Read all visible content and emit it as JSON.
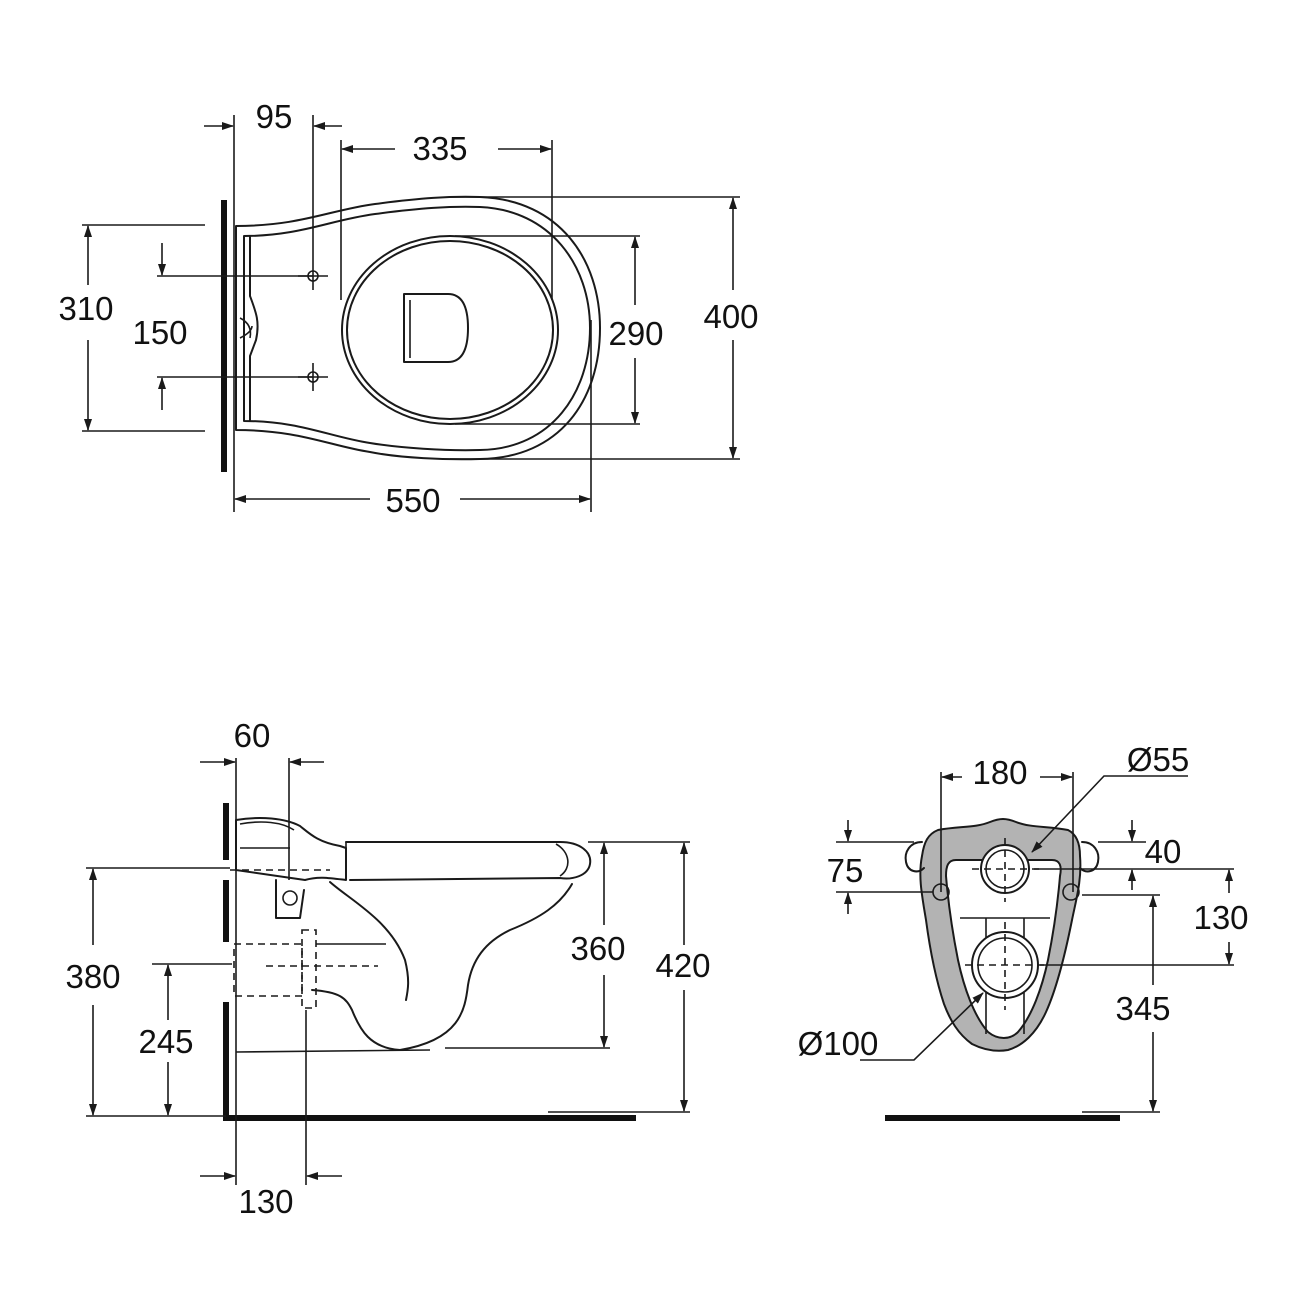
{
  "top_view": {
    "dim_95": "95",
    "dim_335": "335",
    "dim_310": "310",
    "dim_150": "150",
    "dim_290": "290",
    "dim_400": "400",
    "dim_550": "550"
  },
  "side_view": {
    "dim_60": "60",
    "dim_380": "380",
    "dim_245": "245",
    "dim_360": "360",
    "dim_420": "420",
    "dim_130": "130"
  },
  "rear_view": {
    "dim_180": "180",
    "dim_d55": "Ø55",
    "dim_75": "75",
    "dim_40": "40",
    "dim_130": "130",
    "dim_345": "345",
    "dim_d100": "Ø100"
  },
  "colors": {
    "line": "#1a1a1a",
    "shaded_section": "#b3b3b3",
    "background": "#ffffff"
  }
}
